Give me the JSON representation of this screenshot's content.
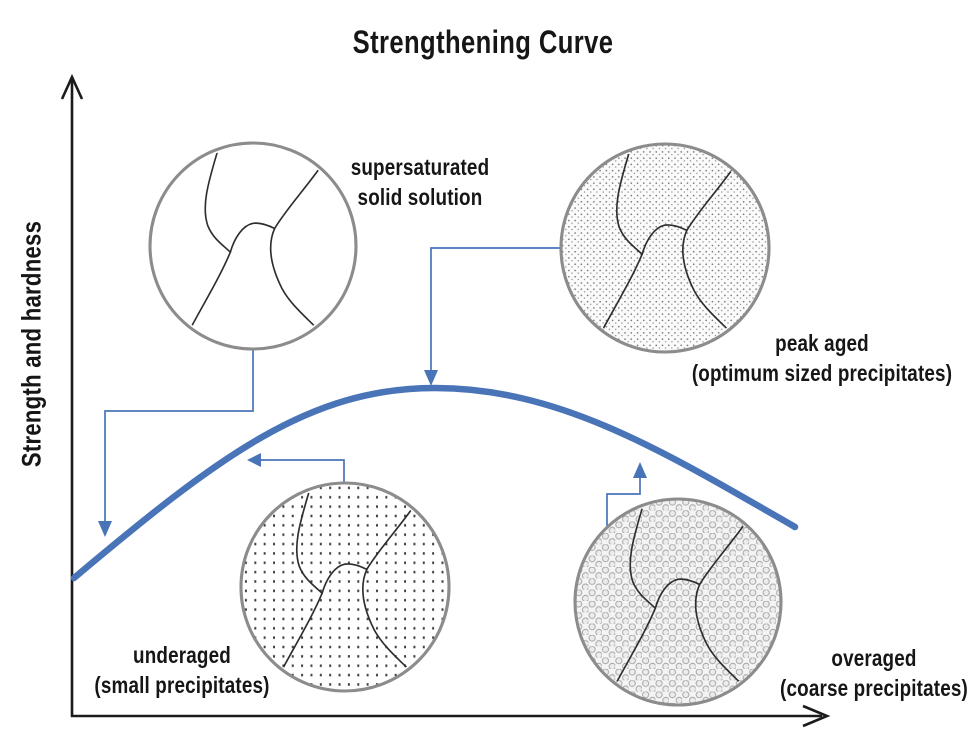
{
  "title": "Strengthening Curve",
  "axes": {
    "y_label": "Strength and hardness"
  },
  "colors": {
    "curve_blue": "#4a74b8",
    "connector_blue": "#4a74b8",
    "axis_black": "#1b1b1b",
    "circle_outline_gray": "#8c8c8c",
    "grain_line": "#2e2e2e"
  },
  "stages": [
    {
      "name": "supersaturated solid solution",
      "label_line1": "supersaturated",
      "label_line2": "solid solution",
      "microstructure": "clean-grains-no-precipitates"
    },
    {
      "name": "peak aged",
      "label_line1": "peak aged",
      "label_line2": "(optimum sized precipitates)",
      "microstructure": "fine-stipple-precipitates"
    },
    {
      "name": "underaged",
      "label_line1": "underaged",
      "label_line2": "(small precipitates)",
      "microstructure": "small-dot-grid-precipitates"
    },
    {
      "name": "overaged",
      "label_line1": "overaged",
      "label_line2": "(coarse precipitates)",
      "microstructure": "coarse-round-precipitates"
    }
  ]
}
